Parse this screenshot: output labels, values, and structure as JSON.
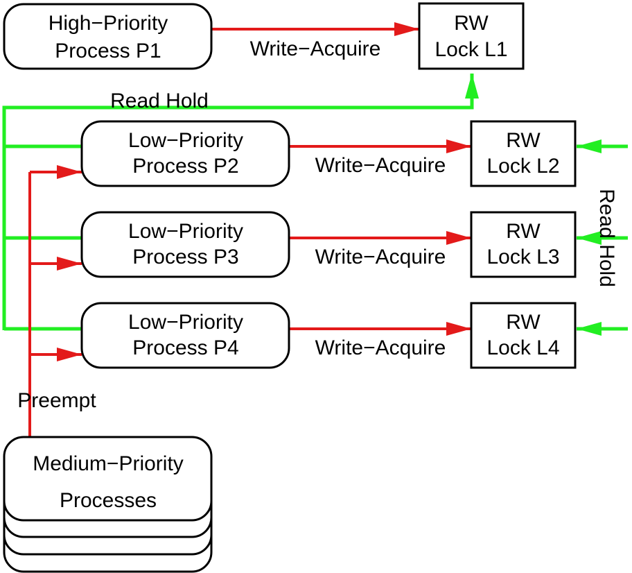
{
  "colors": {
    "write": "#e31a1a",
    "read": "#22ee22",
    "outline": "#000000"
  },
  "processes": {
    "p1": {
      "line1": "High−Priority",
      "line2": "Process P1"
    },
    "p2": {
      "line1": "Low−Priority",
      "line2": "Process P2"
    },
    "p3": {
      "line1": "Low−Priority",
      "line2": "Process P3"
    },
    "p4": {
      "line1": "Low−Priority",
      "line2": "Process P4"
    },
    "medium": {
      "line1": "Medium−Priority",
      "line2": "Processes"
    }
  },
  "locks": {
    "l1": {
      "line1": "RW",
      "line2": "Lock L1"
    },
    "l2": {
      "line1": "RW",
      "line2": "Lock L2"
    },
    "l3": {
      "line1": "RW",
      "line2": "Lock L3"
    },
    "l4": {
      "line1": "RW",
      "line2": "Lock L4"
    }
  },
  "edges": {
    "write_acquire": "Write−Acquire",
    "read_hold": "Read Hold",
    "preempt": "Preempt"
  }
}
